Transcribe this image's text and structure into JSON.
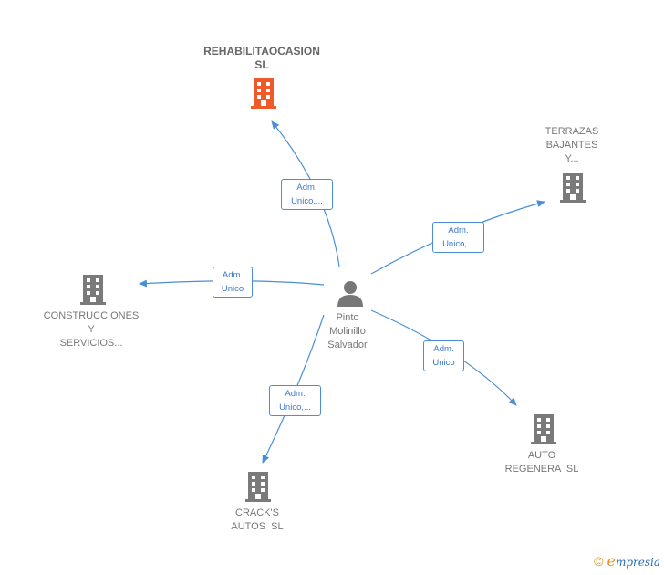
{
  "colors": {
    "edge": "#4a8fd6",
    "company_icon": "#7a7a7a",
    "highlight_icon": "#f05a28",
    "person_icon": "#777777",
    "text": "#777777"
  },
  "center": {
    "name": "Pinto\nMolinillo\nSalvador",
    "icon": "person-icon"
  },
  "companies": [
    {
      "id": "rehabilitaocasion",
      "name": "REHABILITAOCASION\nSL",
      "icon": "building-icon",
      "highlight": true
    },
    {
      "id": "terrazas",
      "name": "TERRAZAS\nBAJANTES\nY...",
      "icon": "building-icon",
      "highlight": false
    },
    {
      "id": "construcciones",
      "name": "CONSTRUCCIONES\nY\nSERVICIOS...",
      "icon": "building-icon",
      "highlight": false
    },
    {
      "id": "auto-regenera",
      "name": "AUTO\nREGENERA  SL",
      "icon": "building-icon",
      "highlight": false
    },
    {
      "id": "cracks-autos",
      "name": "CRACK'S\nAUTOS  SL",
      "icon": "building-icon",
      "highlight": false
    }
  ],
  "edges": [
    {
      "to": "rehabilitaocasion",
      "label": "Adm.\nUnico,..."
    },
    {
      "to": "terrazas",
      "label": "Adm.\nUnico,..."
    },
    {
      "to": "construcciones",
      "label": "Adm.\nUnico"
    },
    {
      "to": "auto-regenera",
      "label": "Adm.\nUnico"
    },
    {
      "to": "cracks-autos",
      "label": "Adm.\nUnico,..."
    }
  ],
  "brand": {
    "copyright": "©",
    "logo_initial": "e",
    "logo_rest": "mpresia"
  }
}
